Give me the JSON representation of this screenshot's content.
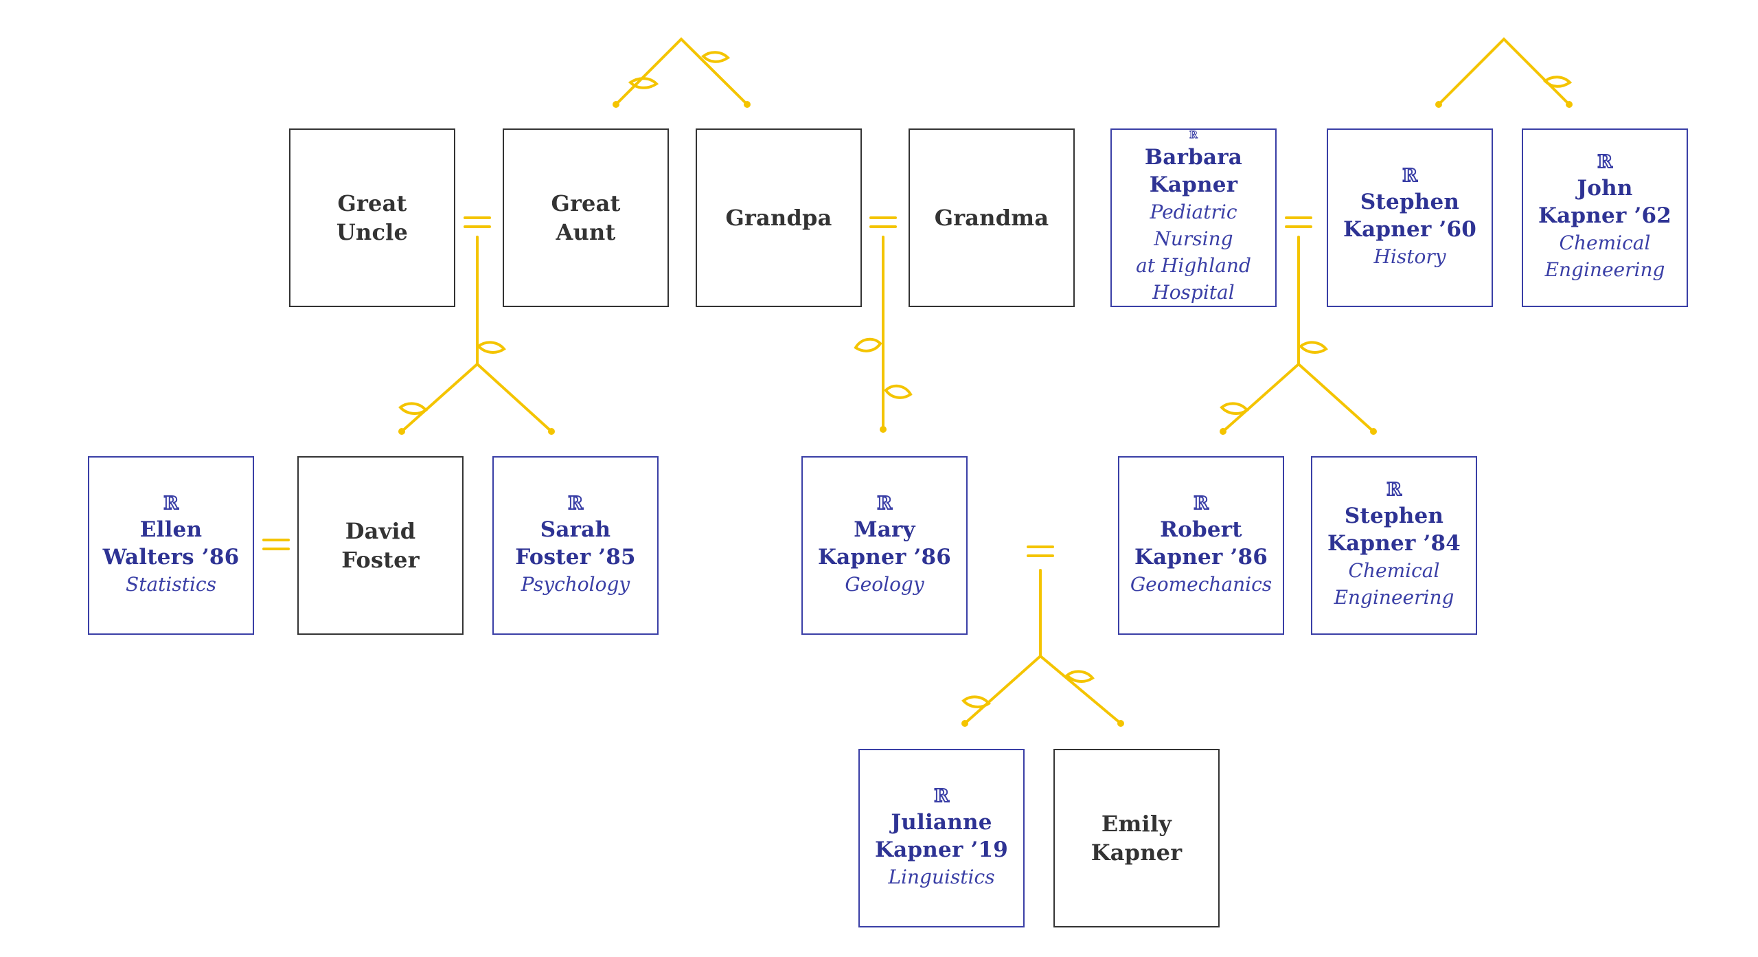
{
  "colors": {
    "branch": "#f4c400",
    "alumni_border": "#3a3fa6",
    "alumni_text": "#2e3394",
    "plain_border": "#333333",
    "plain_text": "#333333"
  },
  "alumni_icon": "rochester-r-logo-icon",
  "people": {
    "great_uncle": {
      "name": "Great\nUncle"
    },
    "great_aunt": {
      "name": "Great\nAunt"
    },
    "grandpa": {
      "name": "Grandpa"
    },
    "grandma": {
      "name": "Grandma"
    },
    "barbara": {
      "name": "Barbara\nKapner",
      "major": "Pediatric Nursing\nat Highland\nHospital"
    },
    "stephen60": {
      "name": "Stephen\nKapner ’60",
      "major": "History"
    },
    "john": {
      "name": "John\nKapner ’62",
      "major": "Chemical\nEngineering"
    },
    "ellen": {
      "name": "Ellen\nWalters ’86",
      "major": "Statistics"
    },
    "david": {
      "name": "David\nFoster"
    },
    "sarah": {
      "name": "Sarah\nFoster ’85",
      "major": "Psychology"
    },
    "mary": {
      "name": "Mary\nKapner ’86",
      "major": "Geology"
    },
    "robert": {
      "name": "Robert\nKapner ’86",
      "major": "Geomechanics"
    },
    "stephen84": {
      "name": "Stephen\nKapner ’84",
      "major": "Chemical\nEngineering"
    },
    "julianne": {
      "name": "Julianne\nKapner ’19",
      "major": "Linguistics"
    },
    "emily": {
      "name": "Emily\nKapner"
    }
  }
}
